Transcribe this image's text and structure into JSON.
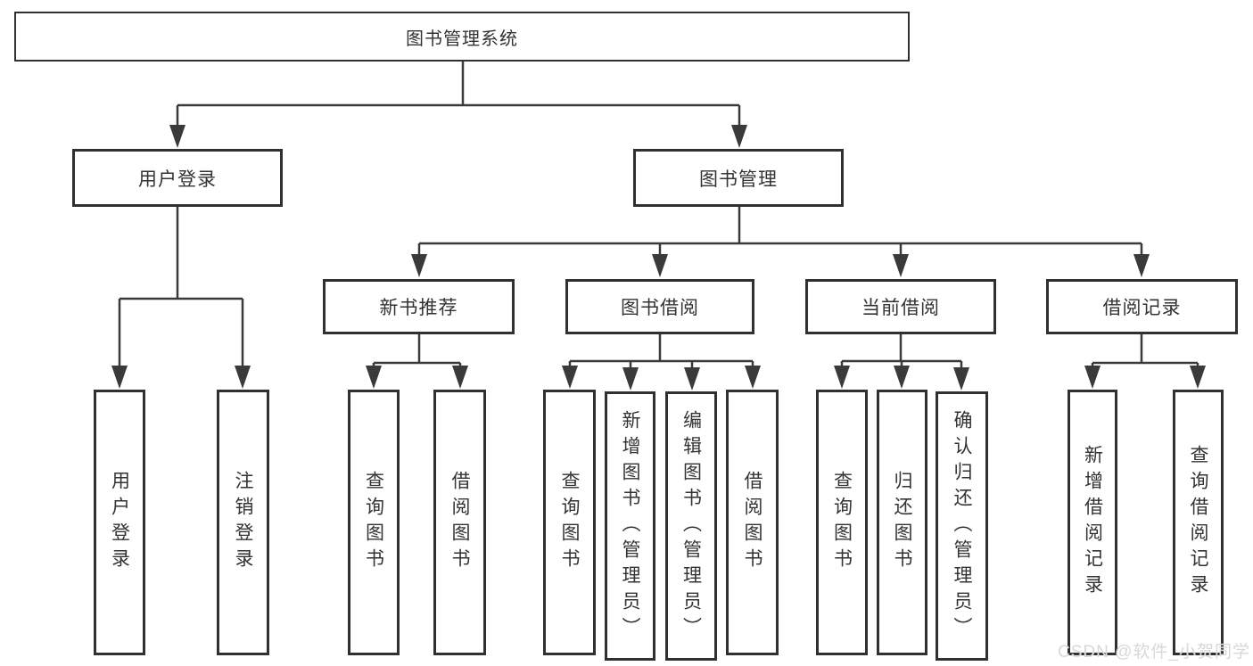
{
  "colors": {
    "line": "#3a3a3a",
    "box_border": "#303030",
    "text": "#333333",
    "background": "#ffffff",
    "watermark": "#d8d8d8"
  },
  "watermark": "CSDN @软件_小贺同学",
  "nodes": {
    "root": "图书管理系统",
    "level2": {
      "user_login": "用户登录",
      "book_mgmt": "图书管理"
    },
    "level3": {
      "new_books": "新书推荐",
      "book_borrow": "图书借阅",
      "current_borrow": "当前借阅",
      "borrow_records": "借阅记录"
    },
    "leaves": {
      "user_login": "用户登录",
      "logout": "注销登录",
      "nb_query": "查询图书",
      "nb_borrow": "借阅图书",
      "bb_query": "查询图书",
      "bb_add": "新增图书（管理员）",
      "bb_edit": "编辑图书（管理员）",
      "bb_borrow": "借阅图书",
      "cb_query": "查询图书",
      "cb_return": "归还图书",
      "cb_confirm": "确认归还（管理员）",
      "br_add": "新增借阅记录",
      "br_query": "查询借阅记录"
    }
  }
}
